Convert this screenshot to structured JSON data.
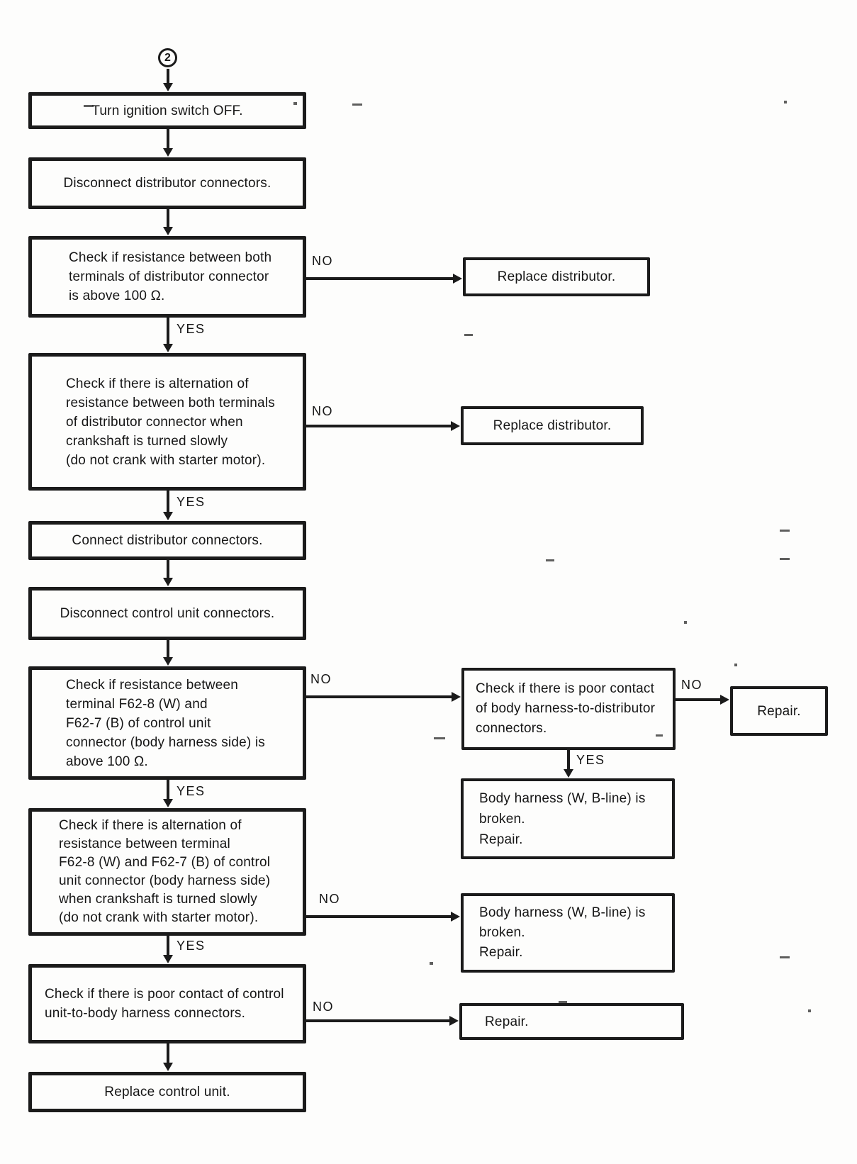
{
  "document": {
    "type": "service-manual-troubleshooting-flowchart",
    "colors": {
      "ink": "#1b1b1b",
      "paper": "#fdfdfc"
    }
  },
  "flowchart": {
    "connector_label": "2",
    "nodes": {
      "start_connector": "2",
      "turn_ignition_off": "Turn ignition switch OFF.",
      "disconnect_distributor_connectors": "Disconnect distributor connectors.",
      "check_distributor_resistance": "Check if resistance between both\nterminals of distributor connector\nis above 100 Ω.",
      "replace_distributor": "Replace distributor.",
      "check_distributor_alternation": "Check if there is alternation of\nresistance between both terminals\nof distributor connector when\ncrankshaft is turned slowly\n(do not crank with starter motor).",
      "connect_distributor_connectors": "Connect distributor connectors.",
      "disconnect_control_unit_connectors": "Disconnect control unit connectors.",
      "check_control_unit_resistance": "Check if resistance between\nterminal F62-8 (W) and\nF62-7 (B) of control unit\nconnector (body harness side) is\nabove 100 Ω.",
      "check_body_harness_contact": "Check if there is poor contact\nof body harness-to-distributor\nconnectors.",
      "repair": "Repair.",
      "body_harness_broken": "Body harness (W, B-line) is\nbroken.\nRepair.",
      "check_control_unit_alternation": "Check if there is alternation of\nresistance between terminal\nF62-8 (W) and F62-7 (B) of control\nunit connector (body harness side)\nwhen crankshaft is turned slowly\n(do not crank with starter motor).",
      "check_control_unit_harness_contact": "Check if there is poor contact of control\nunit-to-body harness connectors.",
      "replace_control_unit": "Replace control unit."
    },
    "edges": [
      {
        "from": "start_connector",
        "to": "turn_ignition_off"
      },
      {
        "from": "turn_ignition_off",
        "to": "disconnect_distributor_connectors"
      },
      {
        "from": "disconnect_distributor_connectors",
        "to": "check_distributor_resistance"
      },
      {
        "from": "check_distributor_resistance",
        "to": "replace_distributor",
        "label": "NO"
      },
      {
        "from": "check_distributor_resistance",
        "to": "check_distributor_alternation",
        "label": "YES"
      },
      {
        "from": "check_distributor_alternation",
        "to": "replace_distributor",
        "label": "NO"
      },
      {
        "from": "check_distributor_alternation",
        "to": "connect_distributor_connectors",
        "label": "YES"
      },
      {
        "from": "connect_distributor_connectors",
        "to": "disconnect_control_unit_connectors"
      },
      {
        "from": "disconnect_control_unit_connectors",
        "to": "check_control_unit_resistance"
      },
      {
        "from": "check_control_unit_resistance",
        "to": "check_body_harness_contact",
        "label": "NO"
      },
      {
        "from": "check_control_unit_resistance",
        "to": "check_control_unit_alternation",
        "label": "YES"
      },
      {
        "from": "check_body_harness_contact",
        "to": "repair",
        "label": "NO"
      },
      {
        "from": "check_body_harness_contact",
        "to": "body_harness_broken",
        "label": "YES"
      },
      {
        "from": "check_control_unit_alternation",
        "to": "body_harness_broken",
        "label": "NO"
      },
      {
        "from": "check_control_unit_alternation",
        "to": "check_control_unit_harness_contact",
        "label": "YES"
      },
      {
        "from": "check_control_unit_harness_contact",
        "to": "repair",
        "label": "NO"
      },
      {
        "from": "check_control_unit_harness_contact",
        "to": "replace_control_unit"
      }
    ]
  }
}
